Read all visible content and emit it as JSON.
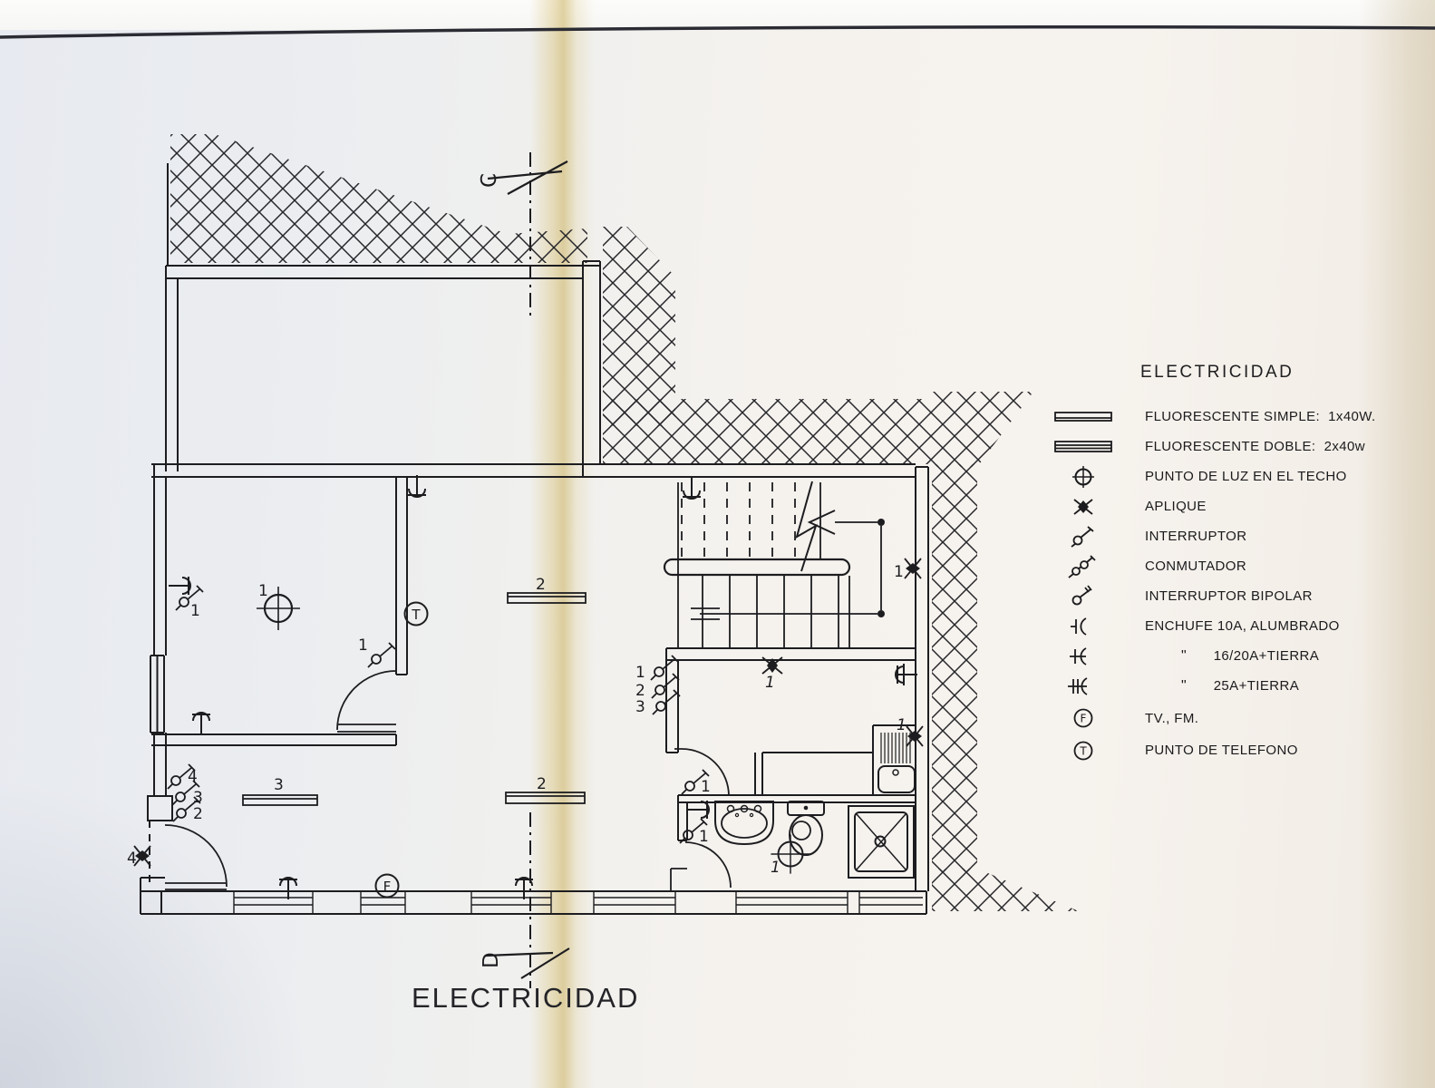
{
  "plan": {
    "title": "ELECTRICIDAD",
    "section_top": "C",
    "section_bottom": "D",
    "labels": {
      "light_main_room": "1",
      "switch_main_room": "1",
      "switch_main_door": "1",
      "telephone_letter": "T",
      "tv_letter": "F",
      "switch_stack_top": "4",
      "switch_stack_mid": "3",
      "switch_stack_bot": "2",
      "fluor_lounge": "3",
      "fluor_hall_upper": "2",
      "fluor_hall_lower": "2",
      "stair_switch_1": "1",
      "stair_switch_2": "2",
      "stair_switch_3": "3",
      "stair_aplique": "1",
      "understair_aplique": "1",
      "rightwall_aplique": "1",
      "entry_aplique": "4",
      "bath_door_switch": "1",
      "bath_switch": "1",
      "bath_light": "1"
    }
  },
  "legend": {
    "title": "ELECTRICIDAD",
    "items": [
      {
        "name": "fluorescente-simple",
        "label": "FLUORESCENTE SIMPLE:  1x40W."
      },
      {
        "name": "fluorescente-doble",
        "label": "FLUORESCENTE DOBLE:  2x40w"
      },
      {
        "name": "punto-de-luz-en-el-techo",
        "label": "PUNTO DE LUZ EN EL TECHO"
      },
      {
        "name": "aplique",
        "label": "APLIQUE"
      },
      {
        "name": "interruptor",
        "label": "INTERRUPTOR"
      },
      {
        "name": "conmutador",
        "label": "CONMUTADOR"
      },
      {
        "name": "interruptor-bipolar",
        "label": "INTERRUPTOR BIPOLAR"
      },
      {
        "name": "enchufe-10a",
        "label": "ENCHUFE 10A, ALUMBRADO"
      },
      {
        "name": "enchufe-16-20a",
        "prefix": "\"",
        "label": "16/20A+TIERRA"
      },
      {
        "name": "enchufe-25a",
        "prefix": "\"",
        "label": "25A+TIERRA"
      },
      {
        "name": "tv-fm",
        "letter": "F",
        "label": "TV., FM."
      },
      {
        "name": "punto-de-telefono",
        "letter": "T",
        "label": "PUNTO DE TELEFONO"
      }
    ]
  },
  "colors": {
    "ink": "#1d1d20",
    "paper_left": "#e9ecf1",
    "paper_right": "#f5f1ec",
    "fold_yellow": "#cbb05a"
  }
}
